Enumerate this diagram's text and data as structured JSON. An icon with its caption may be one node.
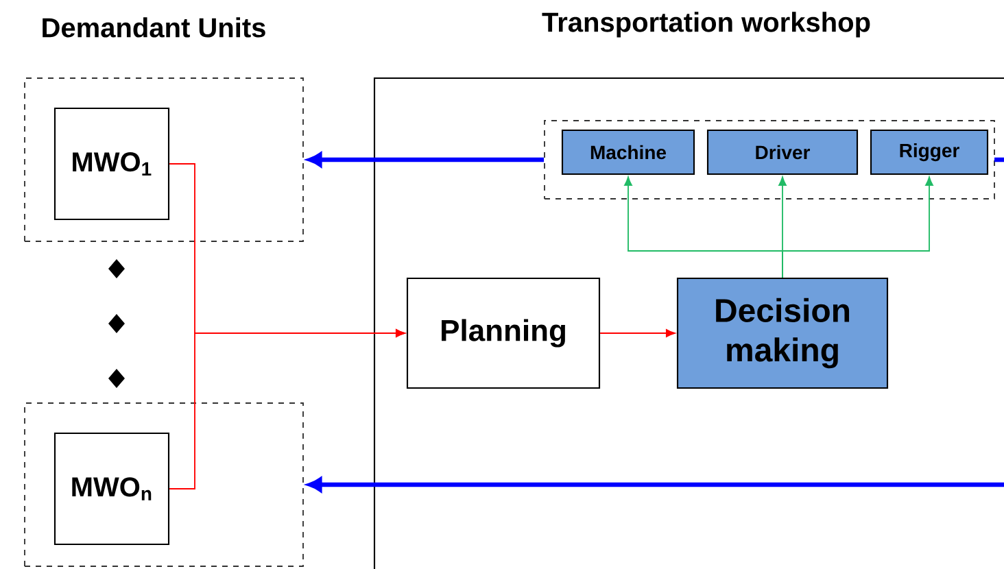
{
  "diagram": {
    "nodes": [
      {
        "text": [],
        "shape": "box"
      },
      {
        "text": [
          "MWO$_{1}$"
        ],
        "in": 0
      },
      {
        "text": [],
        "shape": "box"
      },
      {
        "text": [
          "MWO$_{n}$"
        ],
        "in": 2
      },
      {
        "text": [
          "Transportation workshop"
        ]
      },
      {
        "text": [],
        "shape": "box",
        "in": 4
      },
      {
        "text": [
          "Machine"
        ],
        "in": 5
      },
      {
        "text": [
          "Driver"
        ],
        "in": 5
      },
      {
        "text": [
          "Rigger"
        ],
        "in": 5
      },
      {
        "text": [
          "Planning"
        ],
        "in": 4
      },
      {
        "text": [
          "Decision making"
        ],
        "in": 4
      }
    ],
    "edges": [
      {
        "from": 1,
        "to": 9,
        "arrow": "to",
        "color": "#ff0000"
      },
      {
        "from": 3,
        "to": 9,
        "arrow": "to",
        "color": "#ff0000"
      },
      {
        "from": 9,
        "to": 10,
        "arrow": "to",
        "color": "#ff0000"
      },
      {
        "from": 10,
        "to": 6,
        "arrow": "to",
        "color": "#22bb66"
      },
      {
        "from": 10,
        "to": 7,
        "arrow": "to",
        "color": "#22bb66"
      },
      {
        "from": 10,
        "to": 8,
        "arrow": "to",
        "color": "#22bb66"
      },
      {
        "from": 5,
        "to": 0,
        "arrow": "to",
        "style": "thick",
        "color": "#0000ff"
      },
      {
        "from": 4,
        "to": 2,
        "arrow": "to",
        "style": "thick",
        "color": "#0000ff"
      }
    ],
    "labels": [
      "Demandant Units"
    ]
  }
}
